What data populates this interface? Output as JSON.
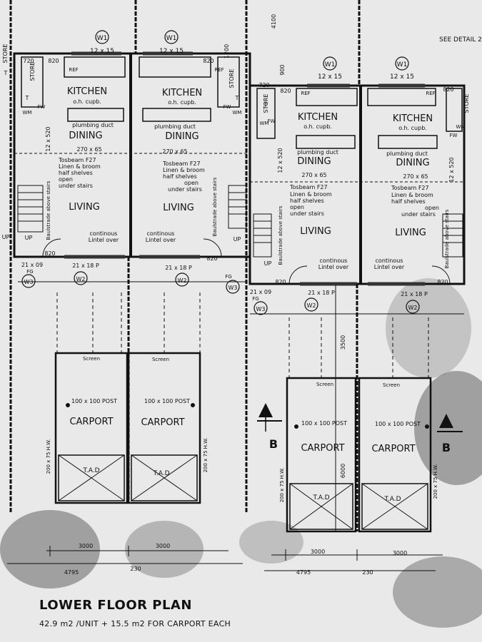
{
  "plan": {
    "title": "LOWER FLOOR PLAN",
    "subtitle": "42.9 m2 /UNIT + 15.5 m2 FOR CARPORT EACH",
    "see_detail": "SEE DETAIL 2",
    "section_marker": "B"
  },
  "rooms": {
    "kitchen": "KITCHEN",
    "kitchen_note": "o.h. cupb.",
    "dining": "DINING",
    "living": "LIVING",
    "carport": "CARPORT",
    "store": "STORE",
    "ref": "REF",
    "wm": "WM",
    "t": "T",
    "fw": "FW",
    "up": "UP",
    "tad": "T.A.D"
  },
  "notes": {
    "plumbing": "plumbing duct",
    "tosbeam": "Tosbeam F27",
    "linen": "Linen & broom",
    "shelves": "half shelves",
    "open": "open",
    "under_stairs": "under stairs",
    "continuous": "continous",
    "lintel": "Lintel over",
    "balustrade": "Baulstrade above stairs",
    "screen": "Screen",
    "post": "100 x 100 POST",
    "hw": "200 x 75 H.W.",
    "fg": "FG"
  },
  "windows": {
    "w1": "W1",
    "w2": "W2",
    "w3": "W3",
    "w1_size": "12 x 15",
    "w2_size": "21 x 18 P",
    "w3_size": "21 x 09"
  },
  "dims": {
    "d720": "720",
    "d820": "820",
    "d1200": "1200",
    "d4100": "4100",
    "d900": "900",
    "d520": "12 x 520",
    "d270": "270 x 65",
    "d3000": "3000",
    "d3500": "3500",
    "d6000": "6000",
    "d4795": "4795",
    "d230": "230"
  }
}
